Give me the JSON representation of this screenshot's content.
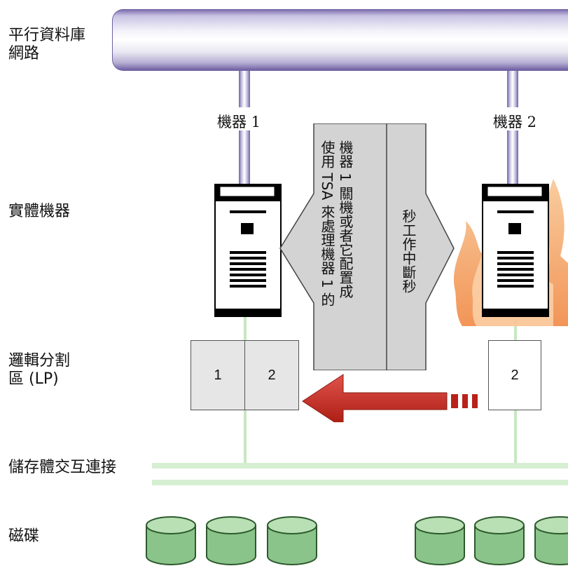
{
  "left_labels": {
    "network": "平行資料庫\n網路",
    "physical": "實體機器",
    "lpar": "邏輯分割\n區 (LP)",
    "interconnect": "儲存體交互連接",
    "disks": "磁碟"
  },
  "machines": {
    "machine1": "機器 1",
    "machine2": "機器 2"
  },
  "callout": {
    "text_left": "機器 1 關機或者它配置成\n使用 TSA 來處理機器 1 的",
    "text_right": "秒工作中斷秒"
  },
  "partitions": {
    "machine1": [
      "1",
      "2"
    ],
    "machine2": [
      "2"
    ]
  },
  "colors": {
    "pipe_purple": "#6f5fa3",
    "interconnect_green": "#c8e7c3",
    "disk_green": "#8ac48a",
    "arrow_red": "#c0281f",
    "callout_gray": "#d3d3d3",
    "fire": "#f28b3b"
  }
}
